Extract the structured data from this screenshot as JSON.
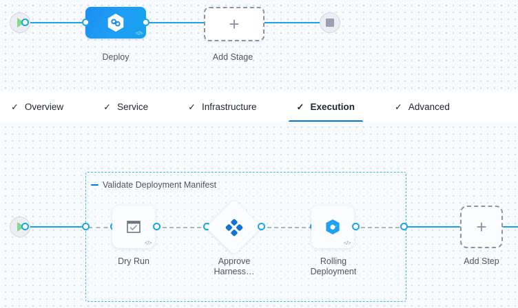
{
  "stage_graph": {
    "start_node": {
      "icon": "play-icon",
      "name": "pipeline-start"
    },
    "end_node": {
      "icon": "stop-icon",
      "name": "pipeline-end"
    },
    "nodes": [
      {
        "id": "deploy",
        "label": "Deploy",
        "icon": "harness-hexagon-icon",
        "type": "stage",
        "badge": "</>"
      },
      {
        "id": "add-stage",
        "label": "Add Stage",
        "icon": "plus-icon",
        "type": "add"
      }
    ]
  },
  "tabs": {
    "items": [
      {
        "label": "Overview",
        "icon": "check-icon",
        "active": false
      },
      {
        "label": "Service",
        "icon": "check-icon",
        "active": false
      },
      {
        "label": "Infrastructure",
        "icon": "check-icon",
        "active": false
      },
      {
        "label": "Execution",
        "icon": "check-icon",
        "active": true
      },
      {
        "label": "Advanced",
        "icon": "check-icon",
        "active": false
      }
    ],
    "check_glyph": "✓",
    "active_underline_color": "#0278d5"
  },
  "execution_graph": {
    "start_node": {
      "icon": "play-icon",
      "name": "execution-start"
    },
    "step_group": {
      "title": "Validate Deployment Manifest",
      "collapse_icon": "minus-icon"
    },
    "steps": [
      {
        "id": "dry-run",
        "label": "Dry Run",
        "icon": "checkbox-window-icon",
        "shape": "card",
        "badge": "</>"
      },
      {
        "id": "approve-harness",
        "label": "Approve Harness…",
        "icon": "approval-diamond-icon",
        "shape": "diamond"
      },
      {
        "id": "rolling-deployment",
        "label": "Rolling Deployment",
        "icon": "rolling-update-icon",
        "shape": "card",
        "badge": "</>"
      }
    ],
    "add_step": {
      "label": "Add Step",
      "icon": "plus-icon"
    }
  },
  "colors": {
    "accent_blue": "#0278d5",
    "link_blue": "#19a3e8",
    "stage_blue": "#1b8ef0",
    "group_border": "#45b5ef",
    "dashed_gray": "#b0b4bf",
    "canvas_bg": "#f7fbfd",
    "text": "#4f5662"
  }
}
